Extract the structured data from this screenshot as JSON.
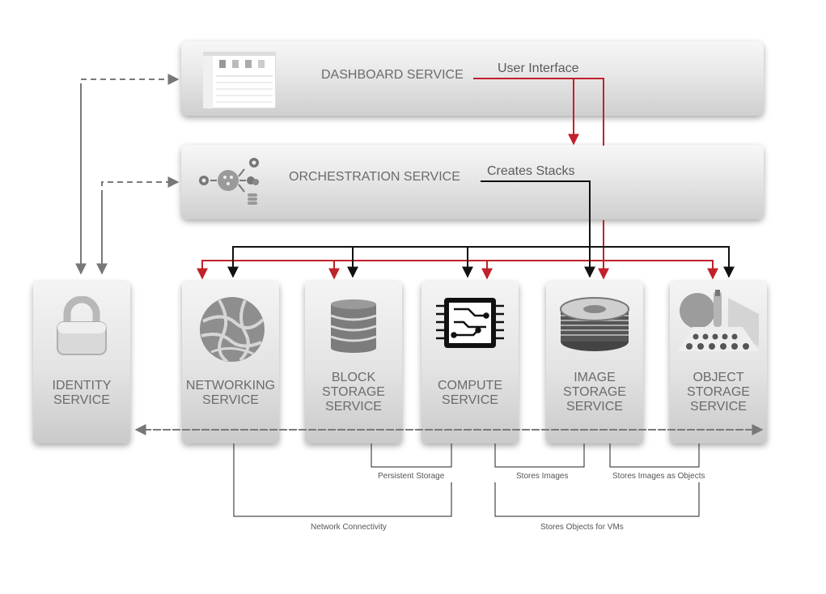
{
  "panels": {
    "dashboard": {
      "title": "DASHBOARD SERVICE",
      "flow_label": "User Interface"
    },
    "orchestration": {
      "title": "ORCHESTRATION SERVICE",
      "flow_label": "Creates Stacks"
    }
  },
  "services": {
    "identity": "IDENTITY\nSERVICE",
    "networking": "NETWORKING\nSERVICE",
    "block_storage": "BLOCK\nSTORAGE\nSERVICE",
    "compute": "COMPUTE\nSERVICE",
    "image_storage": "IMAGE\nSTORAGE\nSERVICE",
    "object_storage": "OBJECT\nSTORAGE\nSERVICE"
  },
  "connections": {
    "persistent_storage": "Persistent Storage",
    "stores_images": "Stores Images",
    "stores_images_as_objects": "Stores Images as Objects",
    "network_connectivity": "Network Connectivity",
    "stores_objects_for_vms": "Stores Objects for VMs"
  },
  "colors": {
    "red_line": "#c0212b",
    "black_line": "#111111",
    "dashed_line": "#7a7a7a"
  },
  "icons": [
    "dashboard-screenshot-icon",
    "orchestration-gears-icon",
    "lock-icon",
    "globe-network-icon",
    "database-stack-icon",
    "cpu-chip-icon",
    "image-disk-icon",
    "object-storage-icon"
  ]
}
